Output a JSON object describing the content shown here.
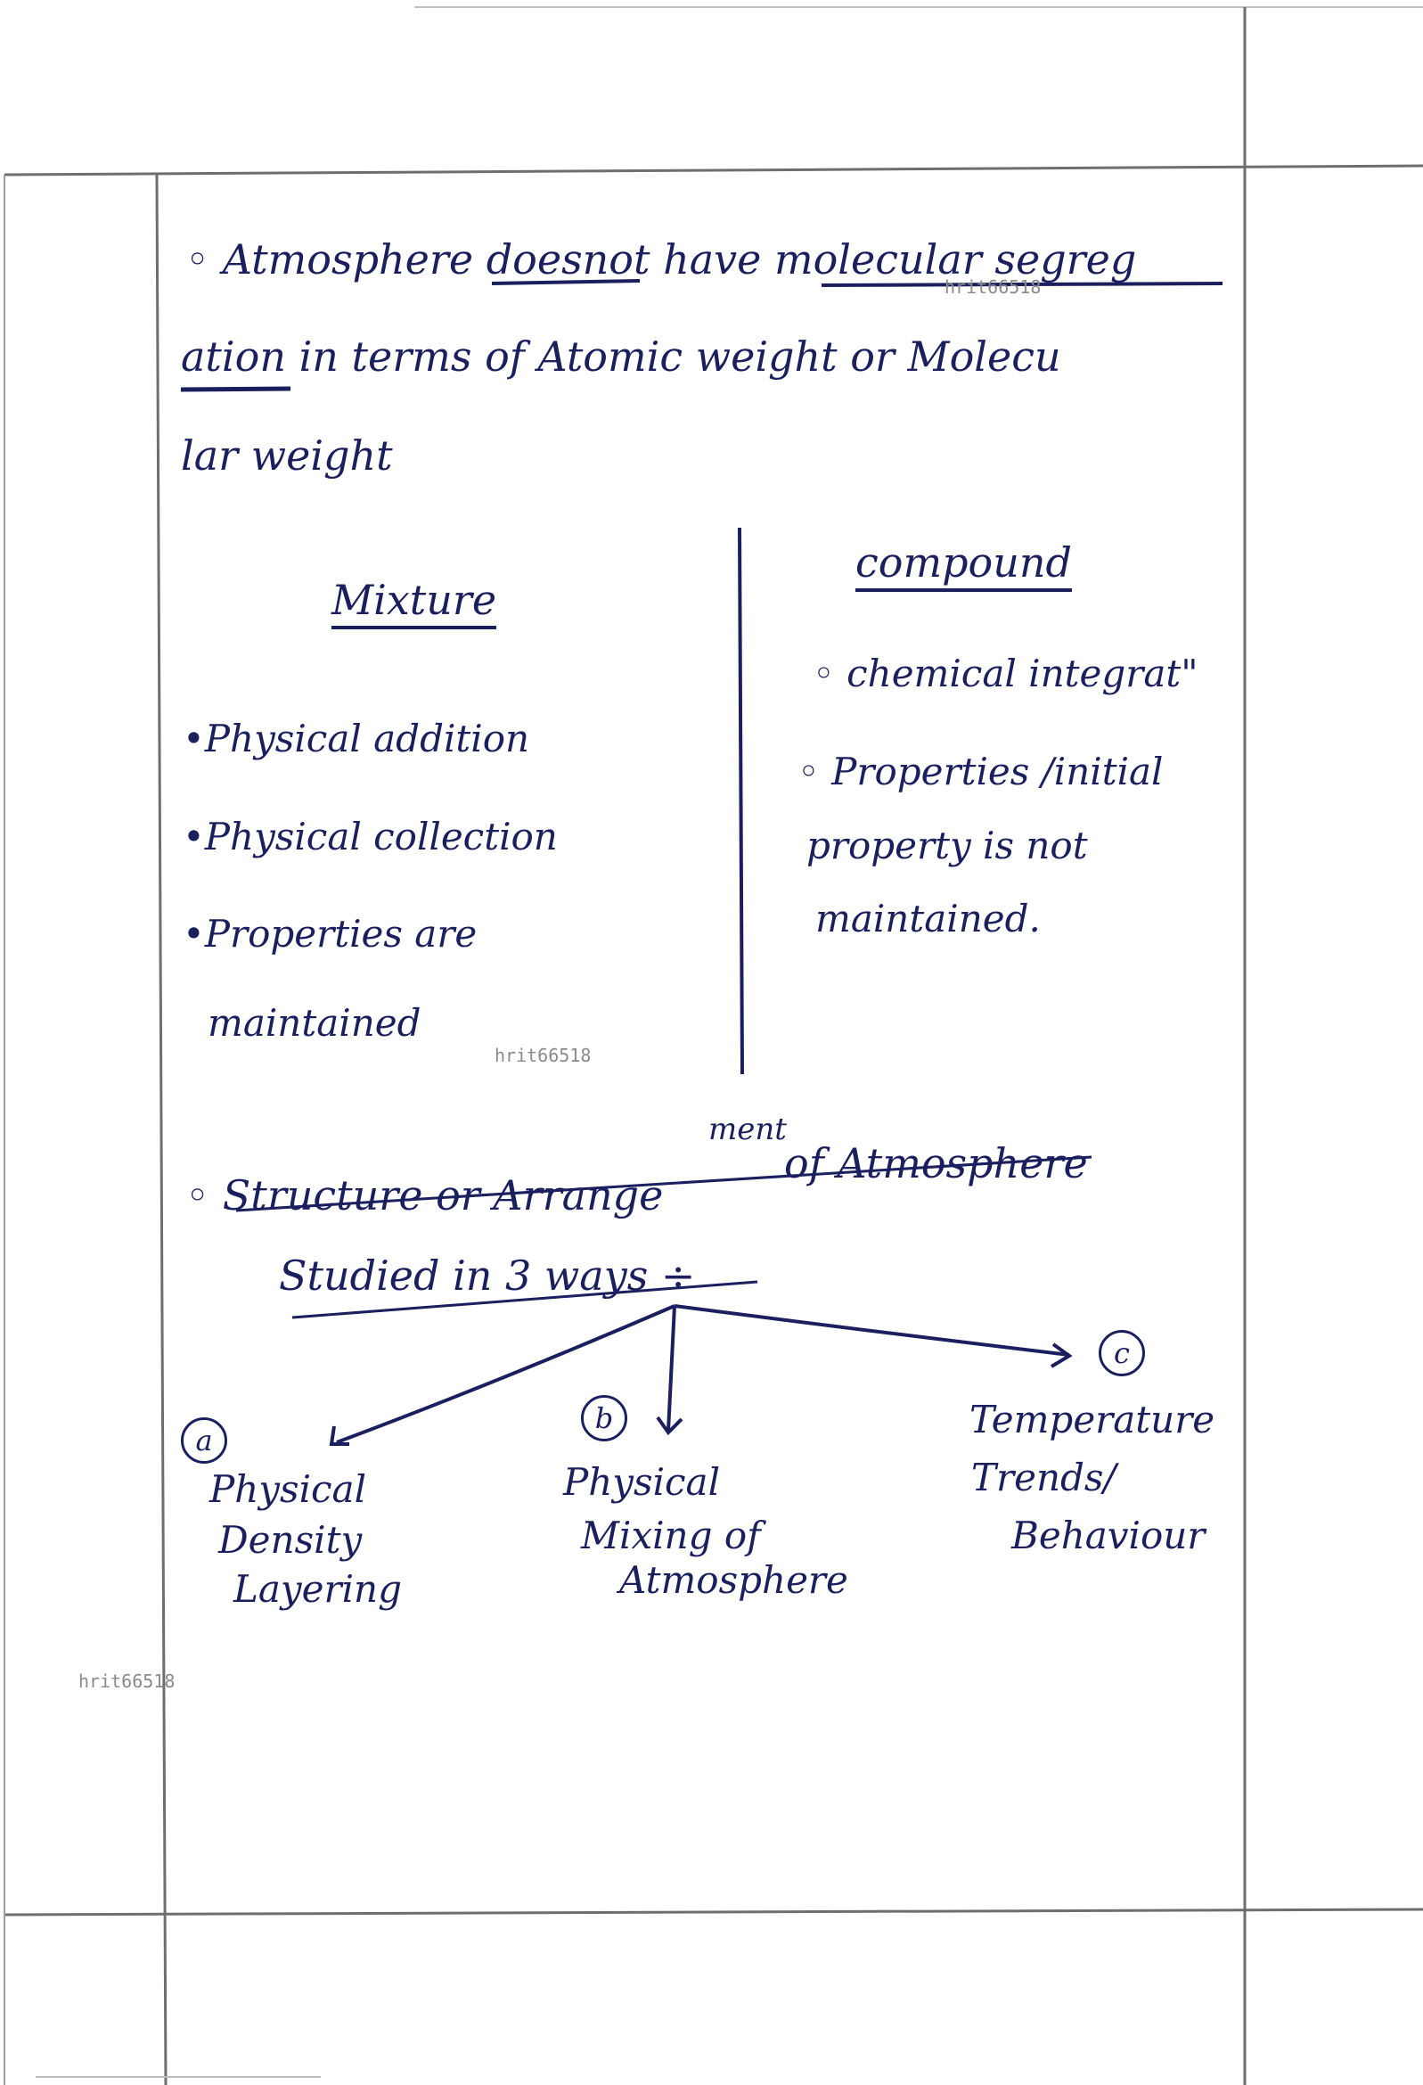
{
  "watermark": "hrit66518",
  "intro": {
    "line1": "◦ Atmosphere doesnot have molecular segreg",
    "line2": "ation in terms of Atomic weight or Molecu",
    "line3": "lar weight"
  },
  "mixture": {
    "heading": "Mixture",
    "points": [
      "•Physical addition",
      "•Physical collection",
      "•Properties are",
      "maintained"
    ]
  },
  "compound": {
    "heading": "compound",
    "points": [
      "◦ chemical integrat\"",
      "◦ Properties /initial",
      "property is not",
      "maintained."
    ]
  },
  "structure": {
    "line1": "◦ Structure or Arrange",
    "superscript": "ment",
    "line1_end": "of Atmosphere",
    "line2": "Studied in 3 ways ÷"
  },
  "ways": [
    {
      "marker": "a",
      "lines": [
        "Physical",
        "Density",
        "Layering"
      ]
    },
    {
      "marker": "b",
      "lines": [
        "Physical",
        "Mixing of",
        "Atmosphere"
      ]
    },
    {
      "marker": "c",
      "lines": [
        "Temperature",
        "Trends/",
        "Behaviour"
      ]
    }
  ]
}
